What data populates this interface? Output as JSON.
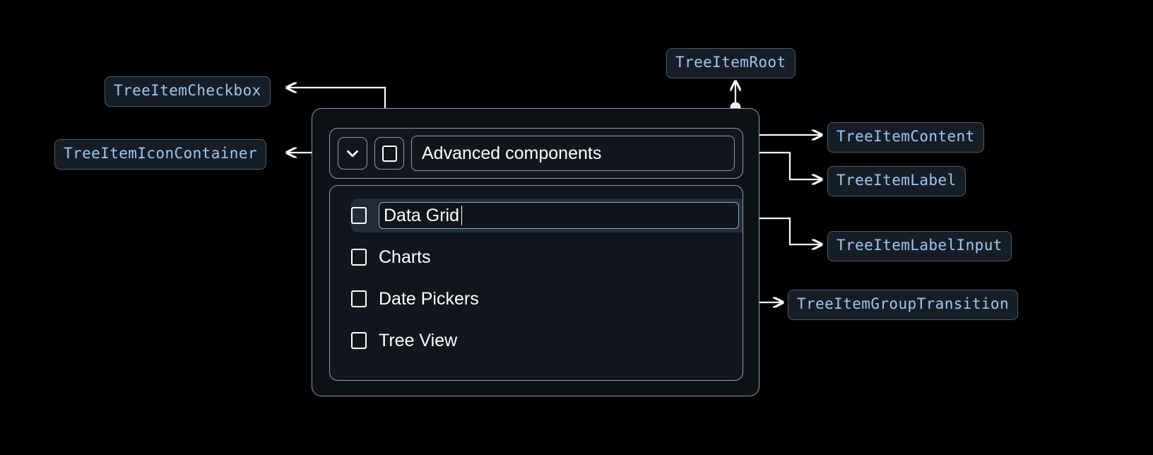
{
  "theme": {
    "background": "#000000",
    "chip_bg": "#161d27",
    "chip_border": "#4b5b6e",
    "chip_text": "#9dc8f0",
    "widget_border": "#8e9ba8",
    "root_bg": "#0d1116",
    "panel_bg": "#11161c",
    "selected_row_bg": "#232c38",
    "input_focus_border": "#7fb3e0",
    "connector": "#ffffff",
    "label_text": "#ffffff"
  },
  "annotations": [
    {
      "id": "tree-item-checkbox",
      "label": "TreeItemCheckbox"
    },
    {
      "id": "tree-item-icon-container",
      "label": "TreeItemIconContainer"
    },
    {
      "id": "tree-item-root",
      "label": "TreeItemRoot"
    },
    {
      "id": "tree-item-content",
      "label": "TreeItemContent"
    },
    {
      "id": "tree-item-label",
      "label": "TreeItemLabel"
    },
    {
      "id": "tree-item-label-input",
      "label": "TreeItemLabelInput"
    },
    {
      "id": "tree-item-group-transition",
      "label": "TreeItemGroupTransition"
    }
  ],
  "tree": {
    "header": {
      "expand_icon": "chevron-down-icon",
      "checkbox_icon": "checkbox-unchecked-icon",
      "checkbox_checked": false,
      "label": "Advanced components"
    },
    "children": [
      {
        "label": "Data Grid",
        "checked": false,
        "editing": true,
        "input_value": "Data Grid"
      },
      {
        "label": "Charts",
        "checked": false,
        "editing": false
      },
      {
        "label": "Date Pickers",
        "checked": false,
        "editing": false
      },
      {
        "label": "Tree View",
        "checked": false,
        "editing": false
      }
    ]
  }
}
